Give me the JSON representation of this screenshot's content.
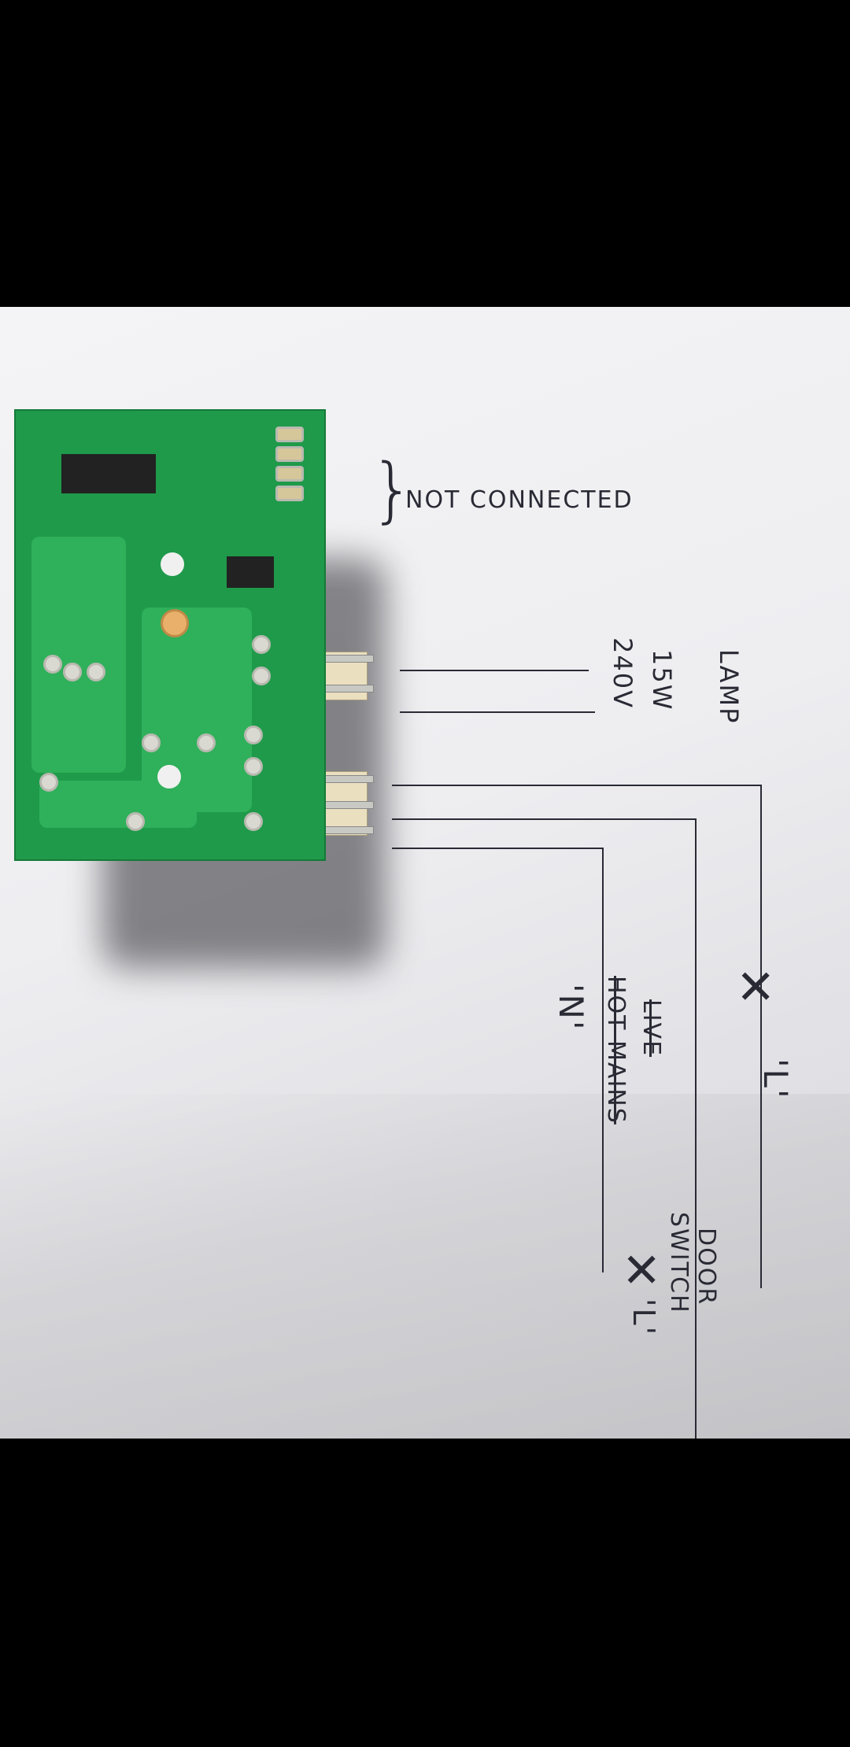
{
  "notes": {
    "not_connected": "NOT CONNECTED",
    "lamp": "LAMP",
    "lamp_power": "15W",
    "lamp_voltage": "240V",
    "live_crossed": "LIVE",
    "label_l": "'L'",
    "label_n": "'N'",
    "hot_mains_crossed": "HOT MAINS",
    "door_switch": "DOOR",
    "door_switch_2": "SWITCH",
    "door_label_l": "'L'"
  },
  "colors": {
    "pcb": "#1f9a4a",
    "ink": "#2a2a35",
    "paper": "#f0f0f3"
  }
}
